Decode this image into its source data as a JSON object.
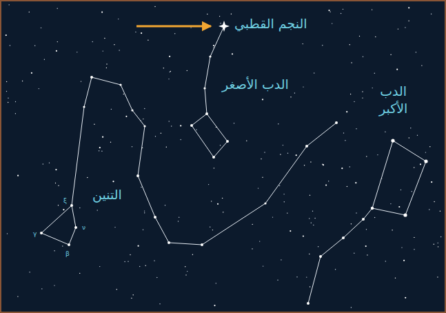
{
  "diagram": {
    "labels": [
      "النجم القطبي",
      "الدب الأصغر",
      "الدب الأكبر",
      "التنين",
      "ξ",
      "γ",
      "ν",
      "β"
    ]
  }
}
